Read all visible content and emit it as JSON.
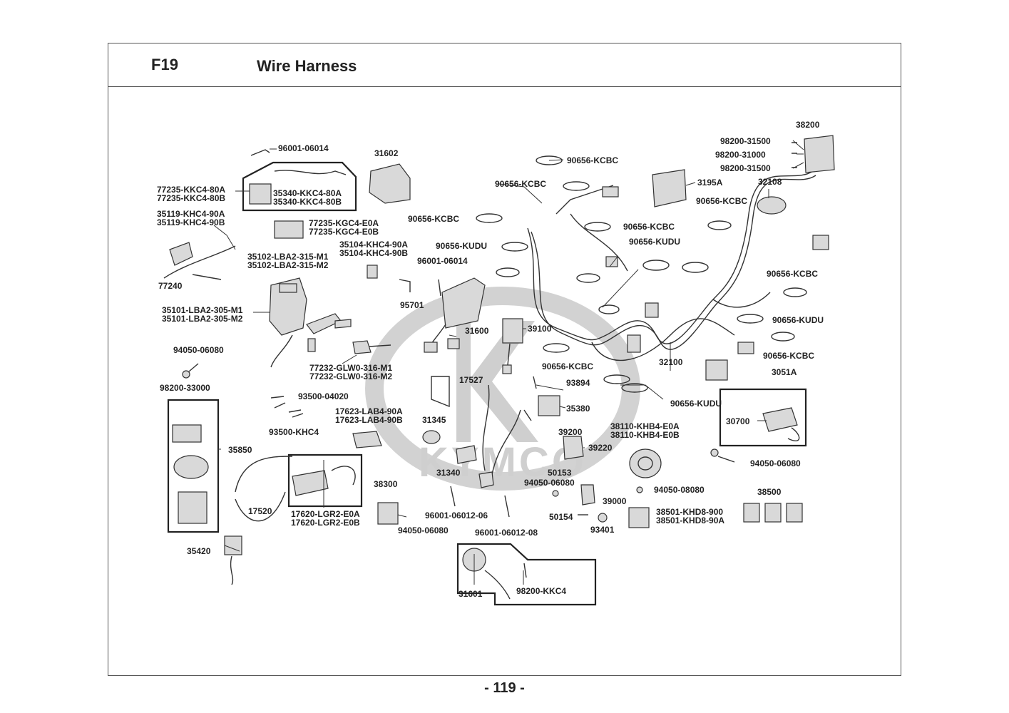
{
  "header": {
    "section_code": "F19",
    "title": "Wire Harness"
  },
  "watermark": {
    "brand": "KYMCO"
  },
  "page_number": "- 119 -",
  "parts": [
    {
      "id": "p1",
      "lines": [
        "96001-06014"
      ]
    },
    {
      "id": "p2",
      "lines": [
        "31602"
      ]
    },
    {
      "id": "p3",
      "lines": [
        "77235-KKC4-80A",
        "77235-KKC4-80B"
      ]
    },
    {
      "id": "p4",
      "lines": [
        "35340-KKC4-80A",
        "35340-KKC4-80B"
      ]
    },
    {
      "id": "p5",
      "lines": [
        "35119-KHC4-90A",
        "35119-KHC4-90B"
      ]
    },
    {
      "id": "p6",
      "lines": [
        "77235-KGC4-E0A",
        "77235-KGC4-E0B"
      ]
    },
    {
      "id": "p7",
      "lines": [
        "35104-KHC4-90A",
        "35104-KHC4-90B"
      ]
    },
    {
      "id": "p8",
      "lines": [
        "35102-LBA2-315-M1",
        "35102-LBA2-315-M2"
      ]
    },
    {
      "id": "p9",
      "lines": [
        "77240"
      ]
    },
    {
      "id": "p10",
      "lines": [
        "96001-06014"
      ]
    },
    {
      "id": "p11",
      "lines": [
        "95701"
      ]
    },
    {
      "id": "p12",
      "lines": [
        "35101-LBA2-305-M1",
        "35101-LBA2-305-M2"
      ]
    },
    {
      "id": "p13",
      "lines": [
        "90656-KCBC"
      ]
    },
    {
      "id": "p14",
      "lines": [
        "90656-KCBC"
      ]
    },
    {
      "id": "p15",
      "lines": [
        "90656-KCBC"
      ]
    },
    {
      "id": "p16",
      "lines": [
        "90656-KUDU"
      ]
    },
    {
      "id": "p17",
      "lines": [
        "31600"
      ]
    },
    {
      "id": "p18",
      "lines": [
        "39100"
      ]
    },
    {
      "id": "p19",
      "lines": [
        "94050-06080"
      ]
    },
    {
      "id": "p20",
      "lines": [
        "98200-33000"
      ]
    },
    {
      "id": "p21",
      "lines": [
        "77232-GLW0-316-M1",
        "77232-GLW0-316-M2"
      ]
    },
    {
      "id": "p22",
      "lines": [
        "17527"
      ]
    },
    {
      "id": "p23",
      "lines": [
        "90656-KCBC"
      ]
    },
    {
      "id": "p24",
      "lines": [
        "93894"
      ]
    },
    {
      "id": "p25",
      "lines": [
        "93500-04020"
      ]
    },
    {
      "id": "p26",
      "lines": [
        "93500-KHC4"
      ]
    },
    {
      "id": "p27",
      "lines": [
        "17623-LAB4-90A",
        "17623-LAB4-90B"
      ]
    },
    {
      "id": "p28",
      "lines": [
        "31345"
      ]
    },
    {
      "id": "p29",
      "lines": [
        "35380"
      ]
    },
    {
      "id": "p30",
      "lines": [
        "35850"
      ]
    },
    {
      "id": "p31",
      "lines": [
        "39200"
      ]
    },
    {
      "id": "p32",
      "lines": [
        "39220"
      ]
    },
    {
      "id": "p33",
      "lines": [
        "31340"
      ]
    },
    {
      "id": "p34",
      "lines": [
        "50153"
      ]
    },
    {
      "id": "p35",
      "lines": [
        "94050-06080"
      ]
    },
    {
      "id": "p36",
      "lines": [
        "38300"
      ]
    },
    {
      "id": "p37",
      "lines": [
        "39000"
      ]
    },
    {
      "id": "p38",
      "lines": [
        "17520"
      ]
    },
    {
      "id": "p39",
      "lines": [
        "17620-LGR2-E0A",
        "17620-LGR2-E0B"
      ]
    },
    {
      "id": "p40",
      "lines": [
        "96001-06012-06"
      ]
    },
    {
      "id": "p41",
      "lines": [
        "50154"
      ]
    },
    {
      "id": "p42",
      "lines": [
        "93401"
      ]
    },
    {
      "id": "p43",
      "lines": [
        "96001-06012-08"
      ]
    },
    {
      "id": "p44",
      "lines": [
        "94050-06080"
      ]
    },
    {
      "id": "p45",
      "lines": [
        "35420"
      ]
    },
    {
      "id": "p46",
      "lines": [
        "31601"
      ]
    },
    {
      "id": "p47",
      "lines": [
        "98200-KKC4"
      ]
    },
    {
      "id": "p48",
      "lines": [
        "38200"
      ]
    },
    {
      "id": "p49",
      "lines": [
        "98200-31500"
      ]
    },
    {
      "id": "p50",
      "lines": [
        "98200-31000"
      ]
    },
    {
      "id": "p51",
      "lines": [
        "98200-31500"
      ]
    },
    {
      "id": "p52",
      "lines": [
        "3195A"
      ]
    },
    {
      "id": "p53",
      "lines": [
        "32108"
      ]
    },
    {
      "id": "p54",
      "lines": [
        "90656-KCBC"
      ]
    },
    {
      "id": "p55",
      "lines": [
        "90656-KCBC"
      ]
    },
    {
      "id": "p56",
      "lines": [
        "90656-KUDU"
      ]
    },
    {
      "id": "p57",
      "lines": [
        "90656-KCBC"
      ]
    },
    {
      "id": "p58",
      "lines": [
        "90656-KUDU"
      ]
    },
    {
      "id": "p59",
      "lines": [
        "90656-KCBC"
      ]
    },
    {
      "id": "p60",
      "lines": [
        "32100"
      ]
    },
    {
      "id": "p61",
      "lines": [
        "3051A"
      ]
    },
    {
      "id": "p62",
      "lines": [
        "90656-KUDU"
      ]
    },
    {
      "id": "p63",
      "lines": [
        "30700"
      ]
    },
    {
      "id": "p64",
      "lines": [
        "38110-KHB4-E0A",
        "38110-KHB4-E0B"
      ]
    },
    {
      "id": "p65",
      "lines": [
        "94050-06080"
      ]
    },
    {
      "id": "p66",
      "lines": [
        "94050-08080"
      ]
    },
    {
      "id": "p67",
      "lines": [
        "38500"
      ]
    },
    {
      "id": "p68",
      "lines": [
        "38501-KHD8-900",
        "38501-KHD8-90A"
      ]
    }
  ]
}
